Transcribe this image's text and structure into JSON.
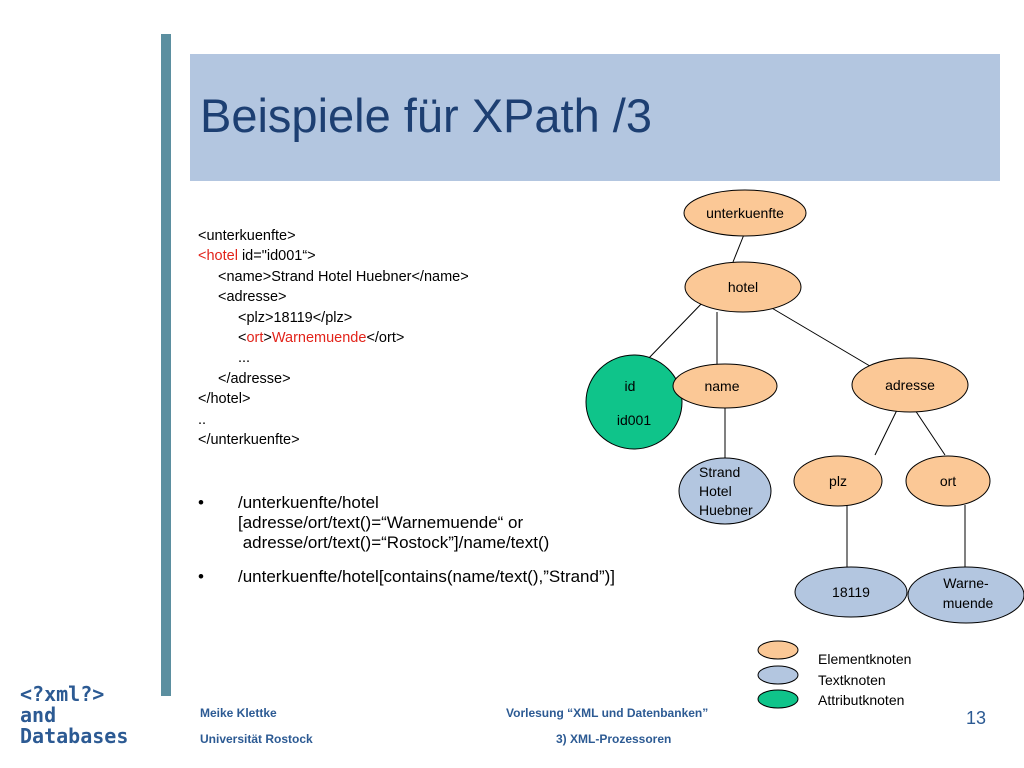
{
  "slide": {
    "title": "Beispiele für XPath /3"
  },
  "code": {
    "l1": "<unterkuenfte>",
    "l2_tag": "<hotel",
    "l2_rest": " id=\"id001“>",
    "l3": "<name>Strand Hotel Huebner</name>",
    "l4": "<adresse>",
    "l5": "<plz>18119</plz>",
    "l6_a": "<",
    "l6_b": "ort",
    "l6_c": ">",
    "l6_d": "Warnemuende",
    "l6_e": "</ort>",
    "l7": "...",
    "l8": "</adresse>",
    "l9": "</hotel>",
    "l10": "..",
    "l11": "</unterkuenfte>"
  },
  "bullets": {
    "b1_l1": "/unterkuenfte/hotel",
    "b1_l2": "[adresse/ort/text()=“Warnemuende“ or",
    "b1_l3": " adresse/ort/text()=“Rostock”]/name/text()",
    "b2": "/unterkuenfte/hotel[contains(name/text(),”Strand”)]",
    "marker": "•"
  },
  "tree": {
    "unterkuenfte": "unterkuenfte",
    "hotel": "hotel",
    "id": "id",
    "id_value": "id001",
    "name": "name",
    "adresse": "adresse",
    "strand_1": "Strand",
    "strand_2": "Hotel",
    "strand_3": "Huebner",
    "plz": "plz",
    "ort": "ort",
    "plz_value": "18119",
    "ort_value_1": "Warne-",
    "ort_value_2": "muende"
  },
  "legend": {
    "element": "Elementknoten",
    "text": "Textknoten",
    "attribute": "Attributknoten"
  },
  "colors": {
    "element_fill": "#fbc896",
    "text_fill": "#b3c6e0",
    "attribute_fill": "#0fc48a"
  },
  "footer": {
    "author": "Meike Klettke",
    "university": "Universität Rostock",
    "lecture": "Vorlesung “XML und Datenbanken”",
    "chapter": "3) XML-Prozessoren",
    "page": "13"
  },
  "logo": {
    "line1": "<?xml?>",
    "line2": "and",
    "line3": "Databases"
  }
}
